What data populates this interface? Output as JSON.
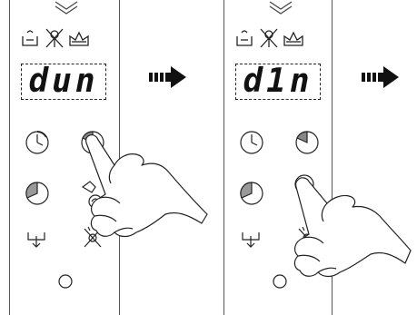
{
  "steps": [
    {
      "display_text": "dun",
      "top_icons": [
        "tub-icon",
        "no-tools-icon",
        "crown-icon"
      ],
      "buttons": [
        "clock-icon",
        "clock-partial-icon",
        "clock-quarter-icon",
        "tap-drop-icon",
        "drain-icon",
        "sprinkle-icon",
        "indicator-circle"
      ]
    },
    {
      "display_text": "d1n",
      "top_icons": [
        "tub-icon",
        "no-tools-icon",
        "crown-icon"
      ],
      "buttons": [
        "clock-icon",
        "clock-partial-icon",
        "clock-quarter-icon",
        "tap-drop-icon",
        "drain-icon",
        "sprinkle-icon",
        "indicator-circle"
      ]
    }
  ],
  "arrows": [
    "arrow-right-icon",
    "arrow-right-icon"
  ]
}
